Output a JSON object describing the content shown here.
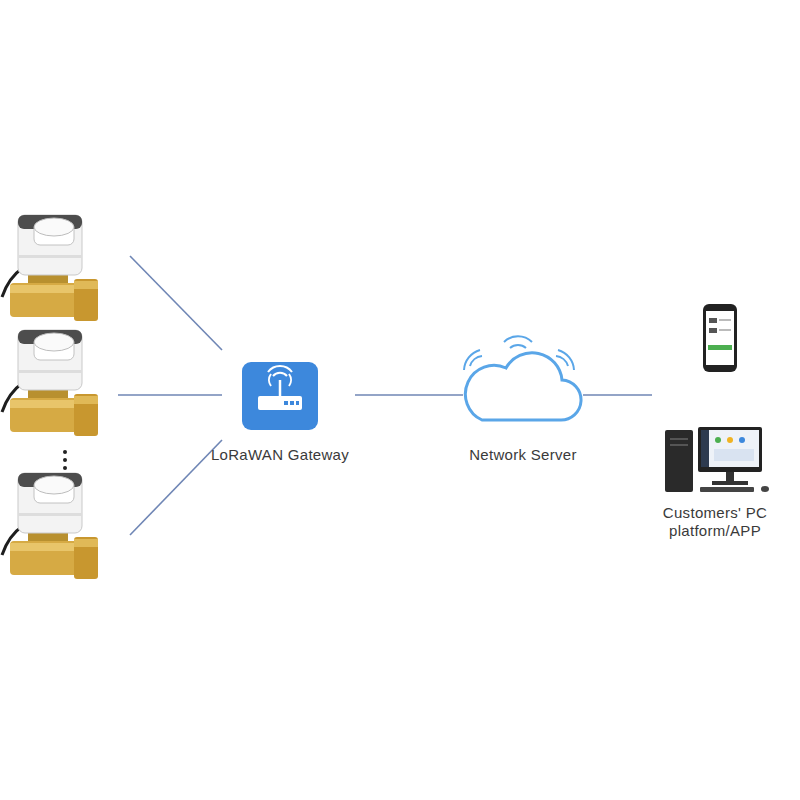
{
  "diagram": {
    "nodes": [
      {
        "text": [
          "LoRaWAN Gateway"
        ]
      },
      {
        "text": [
          "Network Server"
        ]
      },
      {
        "text": [
          "Customers' PC platform/APP"
        ]
      }
    ],
    "edges": [
      {
        "from": 0,
        "to": 1,
        "arrow": "none"
      },
      {
        "from": 1,
        "to": 2,
        "arrow": "none"
      }
    ]
  }
}
